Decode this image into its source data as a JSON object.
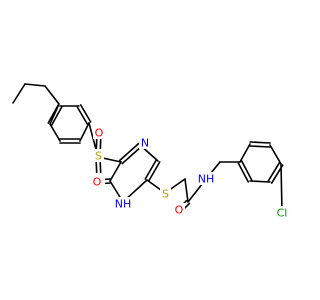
{
  "atoms": [
    {
      "id": "s_sulfonyl",
      "text": "S",
      "color": "#b8a000"
    },
    {
      "id": "o_sulfonyl_top",
      "text": "O",
      "color": "#ff0000"
    },
    {
      "id": "o_sulfonyl_bottom",
      "text": "O",
      "color": "#ff0000"
    },
    {
      "id": "o_carbonyl_ring",
      "text": "O",
      "color": "#ff0000"
    },
    {
      "id": "n_ring_top",
      "text": "N",
      "color": "#0000ff"
    },
    {
      "id": "nh_ring",
      "text": "NH",
      "color": "#0000ff"
    },
    {
      "id": "s_thioether",
      "text": "S",
      "color": "#b8a000"
    },
    {
      "id": "o_amide",
      "text": "O",
      "color": "#ff0000"
    },
    {
      "id": "nh_amide",
      "text": "NH",
      "color": "#0000ff"
    },
    {
      "id": "cl",
      "text": "Cl",
      "color": "#00a000"
    }
  ]
}
